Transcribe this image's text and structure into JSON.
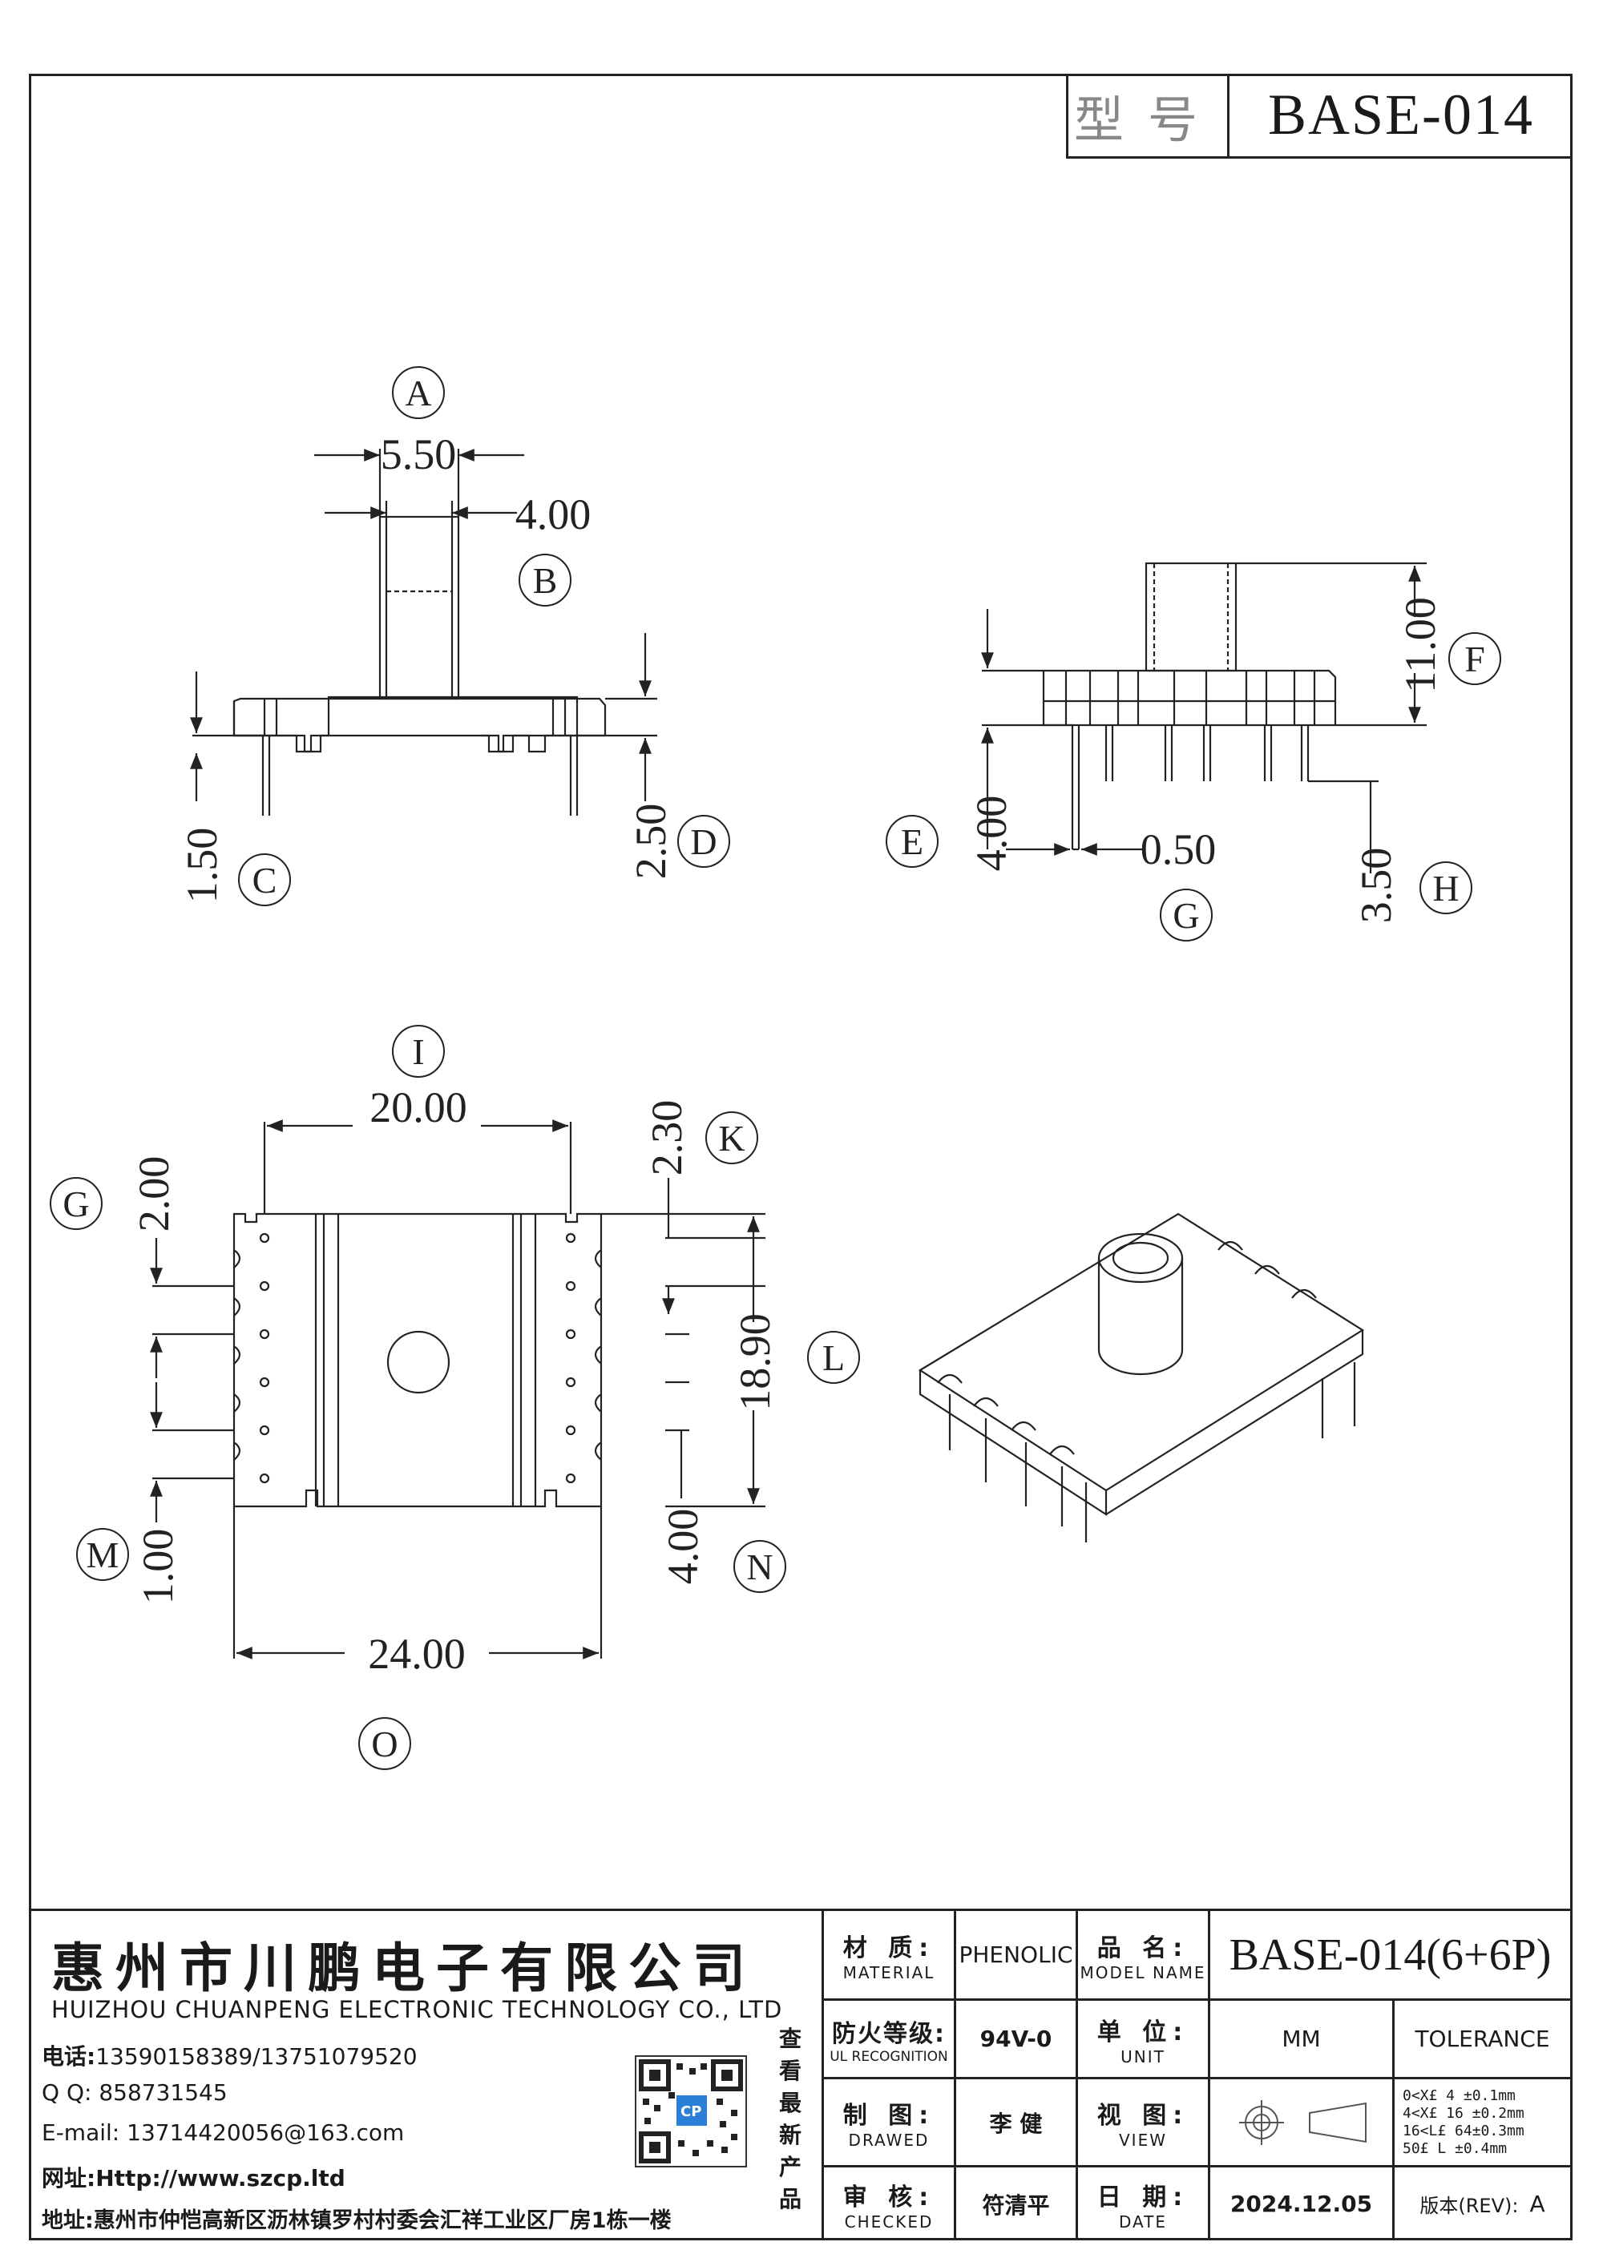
{
  "header": {
    "model_label": "型号",
    "model_value": "BASE-014"
  },
  "side_view": {
    "callouts": [
      "A",
      "B",
      "C",
      "D"
    ],
    "dim_a": "5.50",
    "dim_b": "4.00",
    "dim_c": "1.50",
    "dim_d": "2.50"
  },
  "front_view": {
    "callouts": [
      "E",
      "F",
      "G",
      "H"
    ],
    "dim_e": "4.00",
    "dim_f": "11.00",
    "dim_g": "0.50",
    "dim_h": "3.50"
  },
  "top_view": {
    "callouts": [
      "I",
      "G",
      "K",
      "L",
      "M",
      "N",
      "O"
    ],
    "dim_i": "20.00",
    "dim_g": "2.00",
    "dim_k": "2.30",
    "dim_l": "18.90",
    "dim_m": "1.00",
    "dim_n": "4.00",
    "dim_o": "24.00"
  },
  "company": {
    "name_cn": "惠州市川鹏电子有限公司",
    "name_en": "HUIZHOU CHUANPENG ELECTRONIC TECHNOLOGY CO., LTD",
    "phone_label": "电话:",
    "phone": "13590158389/13751079520",
    "qq_label": "Q Q:",
    "qq": "858731545",
    "email_label": "E-mail:",
    "email": "13714420056@163.com",
    "web_label": "网址:",
    "web": "Http://www.szcp.ltd",
    "addr_label": "地址:",
    "addr": "惠州市仲恺高新区沥林镇罗村村委会汇祥工业区厂房1栋一楼",
    "qr_caption": [
      "查",
      "看",
      "最",
      "新",
      "产",
      "品"
    ],
    "qr_badge": "CP"
  },
  "title_block": {
    "material_cn": "材 质:",
    "material_en": "MATERIAL",
    "material_val": "PHENOLIC",
    "model_cn": "品 名:",
    "model_en": "MODEL NAME",
    "model_val": "BASE-014(6+6P)",
    "flame_cn": "防火等级:",
    "flame_en": "UL RECOGNITION",
    "flame_val": "94V-0",
    "unit_cn": "单 位:",
    "unit_en": "UNIT",
    "unit_val": "MM",
    "tolerance_label": "TOLERANCE",
    "drawn_cn": "制 图:",
    "drawn_en": "DRAWED",
    "drawn_val": "李 健",
    "view_cn": "视 图:",
    "view_en": "VIEW",
    "tolerance_rows": [
      "0<X£ 4   ±0.1mm",
      "4<X£ 16  ±0.2mm",
      "16<L£ 64±0.3mm",
      "50£ L    ±0.4mm"
    ],
    "checked_cn": "审 核:",
    "checked_en": "CHECKED",
    "checked_val": "符清平",
    "date_cn": "日 期:",
    "date_en": "DATE",
    "date_val": "2024.12.05",
    "rev_label": "版本(REV):",
    "rev_val": "A"
  }
}
